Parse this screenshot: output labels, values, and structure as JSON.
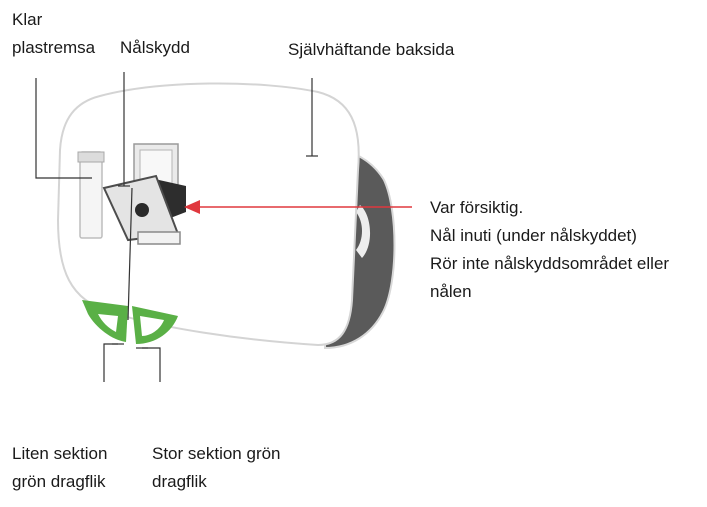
{
  "labels": {
    "klar_plastremsa": [
      "Klar",
      "plastremsa"
    ],
    "nalskydd": "Nålskydd",
    "sjalvhaftande_baksida": "Självhäftande baksida",
    "warning": [
      "Var försiktig.",
      "Nål inuti (under nålskyddet)",
      "Rör inte nålskyddsområdet eller",
      "nålen"
    ],
    "liten_sektion": [
      "Liten sektion",
      "grön dragflik"
    ],
    "stor_sektion": [
      "Stor sektion grön",
      "dragflik"
    ]
  },
  "colors": {
    "arrow": "#e0383e",
    "tab_green": "#5ab046",
    "outline": "#cfcfcf",
    "dark_edge": "#4a4a4a",
    "leader": "#333333"
  }
}
